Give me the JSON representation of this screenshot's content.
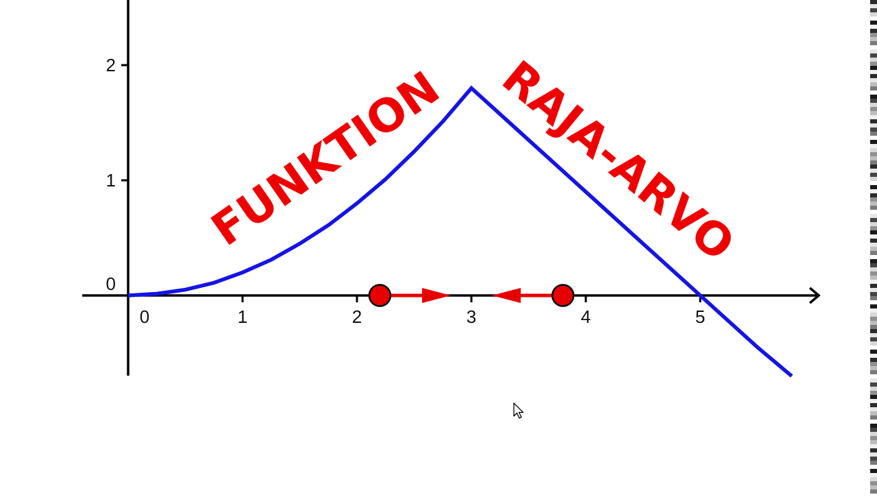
{
  "chart_data": {
    "type": "line",
    "title": "",
    "xlabel": "",
    "ylabel": "",
    "xlim": [
      -0.4,
      6.1
    ],
    "ylim": [
      -0.7,
      2.55
    ],
    "x_ticks": [
      0,
      1,
      2,
      3,
      4,
      5
    ],
    "x_tick_labels": [
      "0",
      "1",
      "2",
      "3",
      "4",
      "5"
    ],
    "y_ticks": [
      0,
      1,
      2
    ],
    "y_tick_labels": [
      "0",
      "1",
      "2"
    ],
    "grid": false,
    "series": [
      {
        "color": "#1414e6",
        "x": [
          0,
          0.25,
          0.5,
          0.75,
          1.0,
          1.25,
          1.5,
          1.75,
          2.0,
          2.25,
          2.5,
          2.75,
          3.0,
          3.5,
          4.0,
          4.5,
          5.0,
          5.5,
          5.8
        ],
        "y": [
          0,
          0.015,
          0.05,
          0.11,
          0.2,
          0.31,
          0.45,
          0.61,
          0.8,
          1.01,
          1.25,
          1.51,
          1.8,
          1.35,
          0.9,
          0.45,
          0.0,
          -0.45,
          -0.7
        ]
      }
    ],
    "points": [
      {
        "x": 2.2,
        "y": 0,
        "color": "#e60000",
        "arrow_toward": 3
      },
      {
        "x": 3.8,
        "y": 0,
        "color": "#e60000",
        "arrow_toward": 3
      }
    ],
    "annotations": [
      {
        "text": "FUNKTION",
        "color": "#ee0000"
      },
      {
        "text": "RAJA-ARVO",
        "color": "#ee0000"
      }
    ]
  },
  "colors": {
    "curve": "#1414e6",
    "accent": "#e60000",
    "axis": "#000000",
    "background": "#ffffff"
  },
  "icons": {
    "cursor": "mouse-pointer-icon"
  }
}
